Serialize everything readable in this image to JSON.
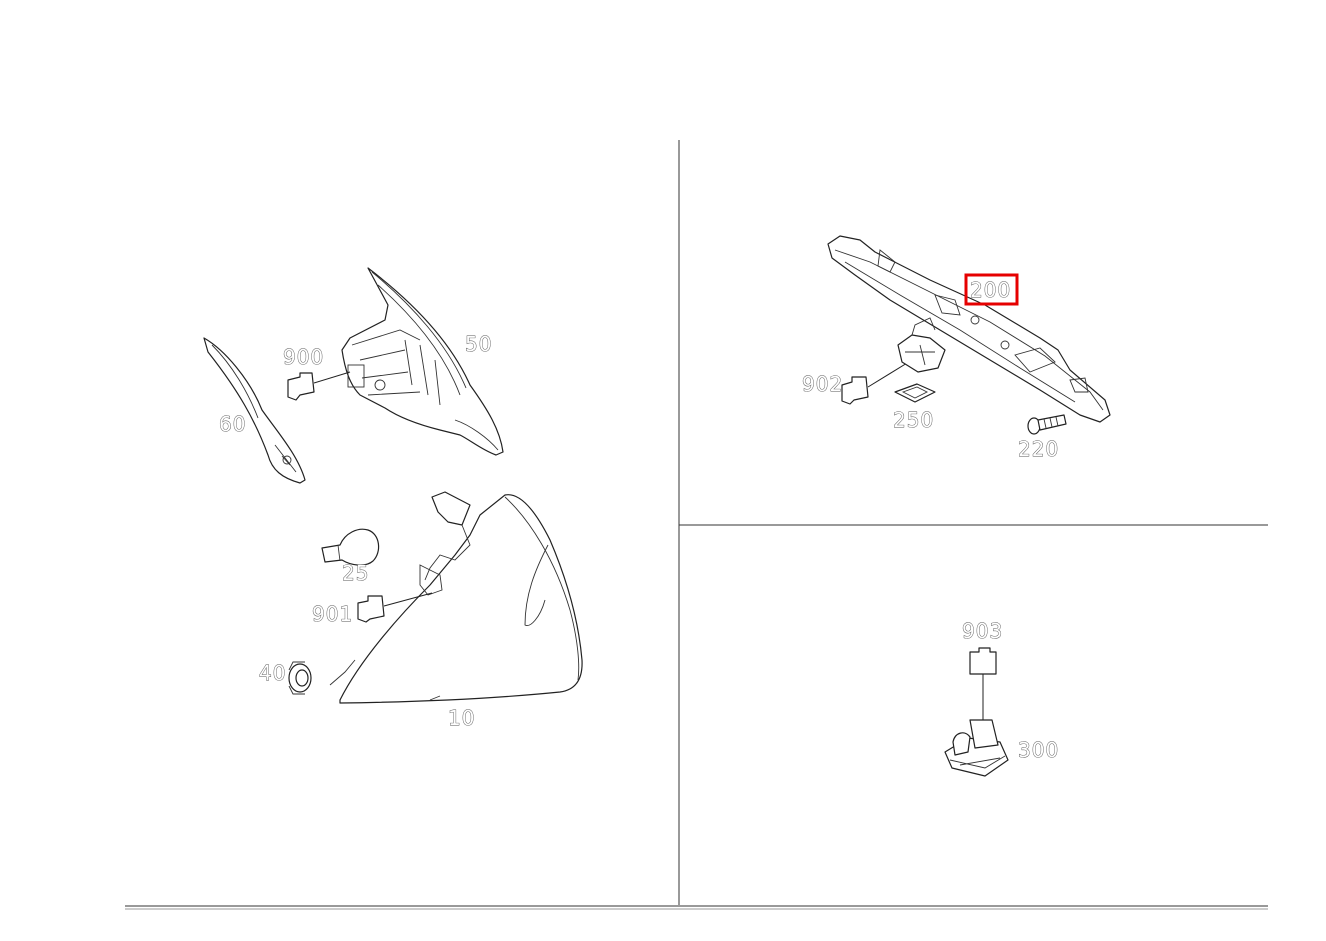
{
  "diagram": {
    "highlight_color": "#e60000",
    "highlighted_part": "200",
    "labels": {
      "p900": "900",
      "p50": "50",
      "p60": "60",
      "p25": "25",
      "p901": "901",
      "p40": "40",
      "p10": "10",
      "p200": "200",
      "p902": "902",
      "p250": "250",
      "p220": "220",
      "p903": "903",
      "p300": "300"
    }
  }
}
